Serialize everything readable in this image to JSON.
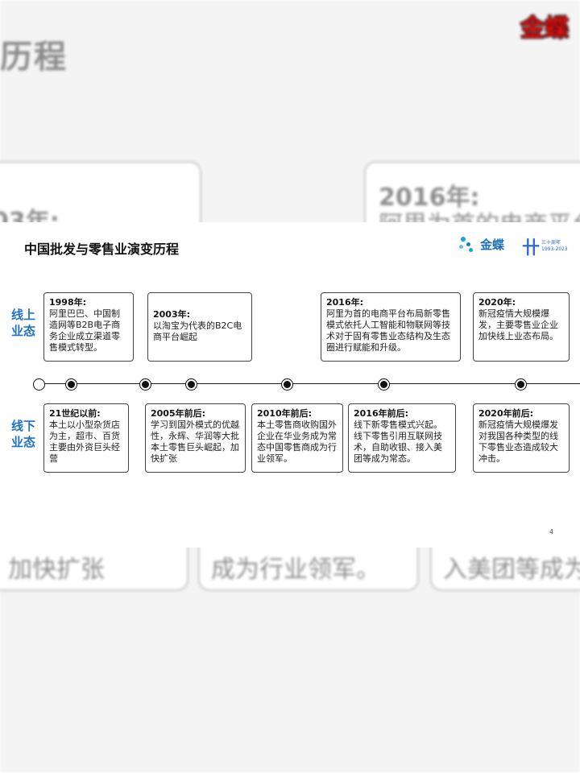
{
  "background": {
    "title_fragment": "历程",
    "logo_text": "金蝶",
    "box_texts": [
      "03年:",
      "2016年:",
      "阿里为首的电商平台"
    ],
    "bottom_texts": [
      "加快扩张",
      "成为行业领军。",
      "入美团等成为"
    ]
  },
  "slide": {
    "title": "中国批发与零售业演变历程",
    "logo_kingdee": "金蝶",
    "logo_anniv": "三十周年",
    "logo_years": "1993-2023",
    "online_label": "线上业态",
    "offline_label": "线下业态",
    "page_number": "4",
    "online_events": [
      {
        "year": "1998年:",
        "text": "阿里巴巴、中国制造网等B2B电子商务企业成立渠道零售模式转型。"
      },
      {
        "year": "2003年:",
        "text": "以淘宝为代表的B2C电商平台崛起"
      },
      {
        "year": "2016年:",
        "text": "阿里为首的电商平台布局新零售模式依托人工智能和物联网等技术对于固有零售业态结构及生态圈进行赋能和升级。"
      },
      {
        "year": "2020年:",
        "text": "新冠疫情大规模爆发，主要零售业企业加快线上业态布局。"
      }
    ],
    "offline_events": [
      {
        "year": "21世纪以前:",
        "text": "本土以小型杂货店为主，超市、百货主要由外资巨头经营"
      },
      {
        "year": "2005年前后:",
        "text": "学习到国外模式的优越性，永辉、华润等大批本土零售巨头崛起，加快扩张"
      },
      {
        "year": "2010年前后:",
        "text": "本土零售商收购国外企业在华业务成为常态中国零售商成为行业领军。"
      },
      {
        "year": "2016年前后:",
        "text": "线下新零售模式兴起。线下零售引用互联网技术，自助收银、接入美团等成为常态。"
      },
      {
        "year": "2020年前后:",
        "text": "新冠疫情大规模爆发对我国各种类型的线下零售业态造成较大冲击。"
      }
    ]
  }
}
